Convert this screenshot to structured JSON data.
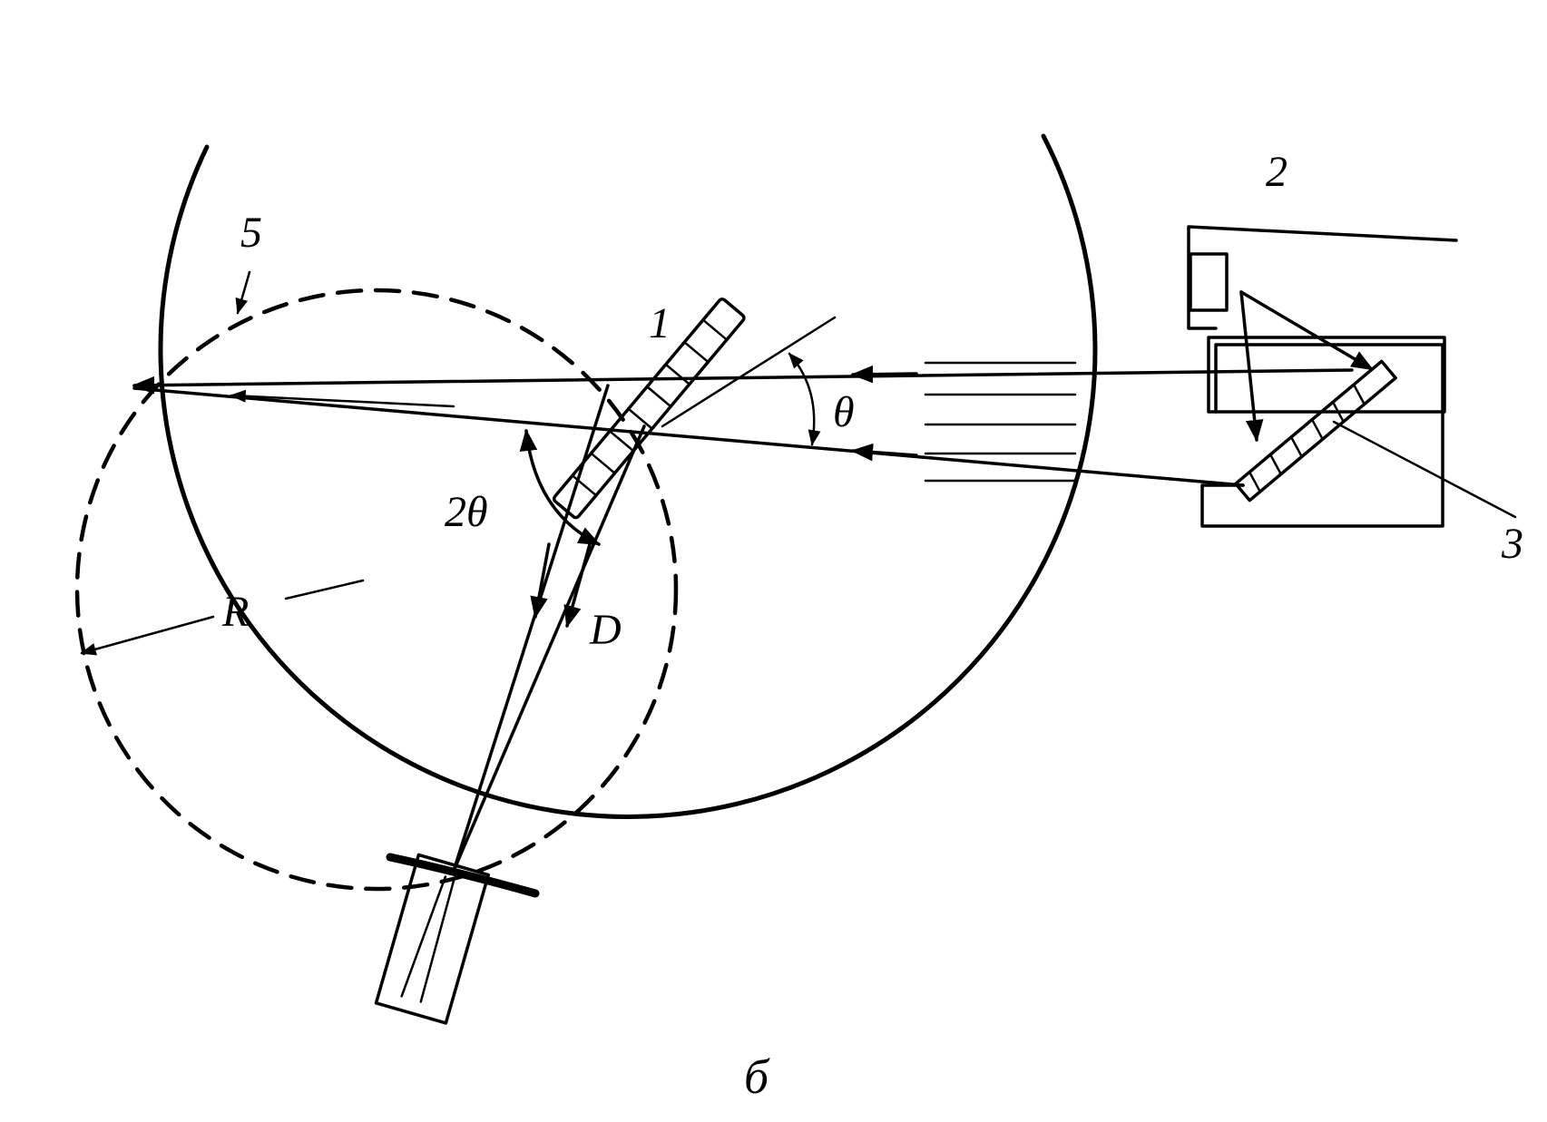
{
  "diagram": {
    "labels": {
      "crystal": "1",
      "source": "2",
      "monochromator": "3",
      "focusing_circle": "5",
      "angle_theta": "θ",
      "angle_two_theta": "2θ",
      "radius": "R",
      "diameter": "D",
      "caption": "б"
    }
  }
}
